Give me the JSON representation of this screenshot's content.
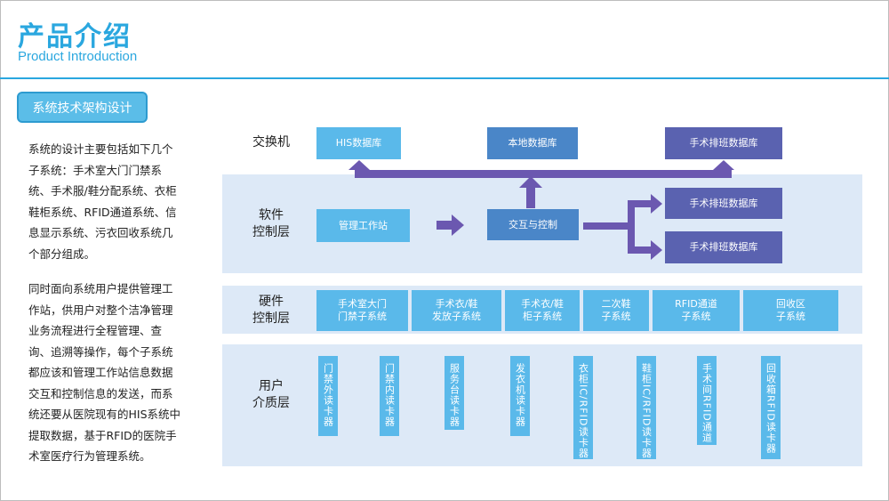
{
  "header": {
    "title_cn": "产品介绍",
    "title_en": "Product Introduction"
  },
  "section_button": "系统技术架构设计",
  "description": {
    "para1": "系统的设计主要包括如下几个子系统：手术室大门门禁系统、手术服/鞋分配系统、衣柜鞋柜系统、RFID通道系统、信息显示系统、污衣回收系统几个部分组成。",
    "para2": "同时面向系统用户提供管理工作站，供用户对整个洁净管理业务流程进行全程管理、查询、追溯等操作，每个子系统都应该和管理工作站信息数据交互和控制信息的发送，而系统还要从医院现有的HIS系统中提取数据，基于RFID的医院手术室医疗行为管理系统。"
  },
  "layers": {
    "switch": "交换机",
    "software": "软件\n控制层",
    "hardware": "硬件\n控制层",
    "user": "用户\n介质层"
  },
  "switch_boxes": [
    "HIS数据库",
    "本地数据库",
    "手术排班数据库"
  ],
  "software_boxes": {
    "workstation": "管理工作站",
    "interaction": "交互与控制",
    "schedule_db_1": "手术排班数据库",
    "schedule_db_2": "手术排班数据库"
  },
  "hardware_boxes": [
    "手术室大门\n门禁子系统",
    "手术衣/鞋\n发放子系统",
    "手术衣/鞋\n柜子系统",
    "二次鞋\n子系统",
    "RFID通道\n子系统",
    "回收区\n子系统"
  ],
  "user_boxes": [
    "门禁外读卡器",
    "门禁内读卡器",
    "服务台读卡器",
    "发衣机读卡器",
    "衣柜IC/RFID读卡器",
    "鞋柜IC/RFID读卡器",
    "手术间RFID通道",
    "回收箱RFID读卡器"
  ],
  "colors": {
    "accent": "#2aa7df",
    "light_blue_box": "#5ab9ea",
    "mid_blue_box": "#4a86c8",
    "purple_box": "#5a62b0",
    "arrow": "#6b58b0",
    "band": "#dde9f7"
  }
}
